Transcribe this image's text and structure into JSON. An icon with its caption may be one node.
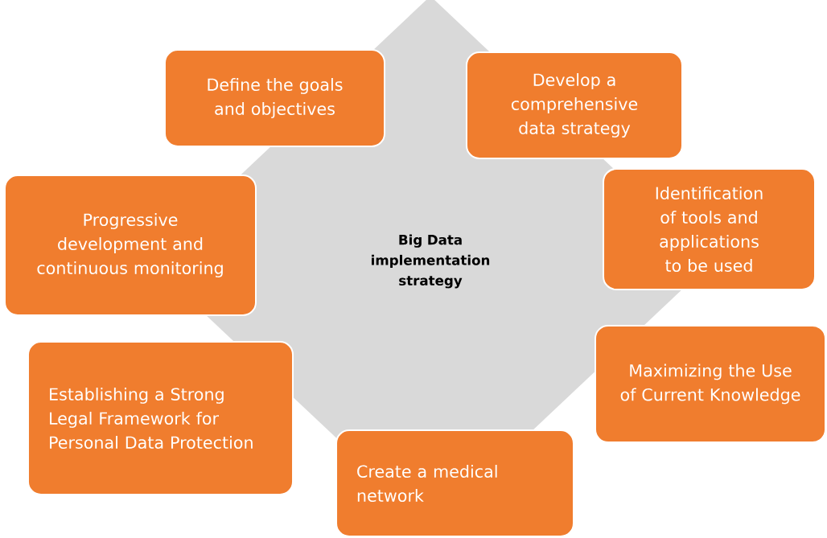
{
  "diagram": {
    "nodes": [
      {
        "text": [
          "Big Data implementation strategy"
        ]
      },
      {
        "text": [
          "Define the goals and objectives"
        ]
      },
      {
        "text": [
          "Develop a comprehensive data strategy"
        ]
      },
      {
        "text": [
          "Progressive development and continuous monitoring"
        ]
      },
      {
        "text": [
          "Identification of tools and applications to be used"
        ]
      },
      {
        "text": [
          "Establishing a Strong Legal Framework for Personal Data Protection"
        ]
      },
      {
        "text": [
          "Maximizing the Use of Current Knowledge"
        ]
      },
      {
        "text": [
          "Create a medical network"
        ]
      }
    ]
  }
}
